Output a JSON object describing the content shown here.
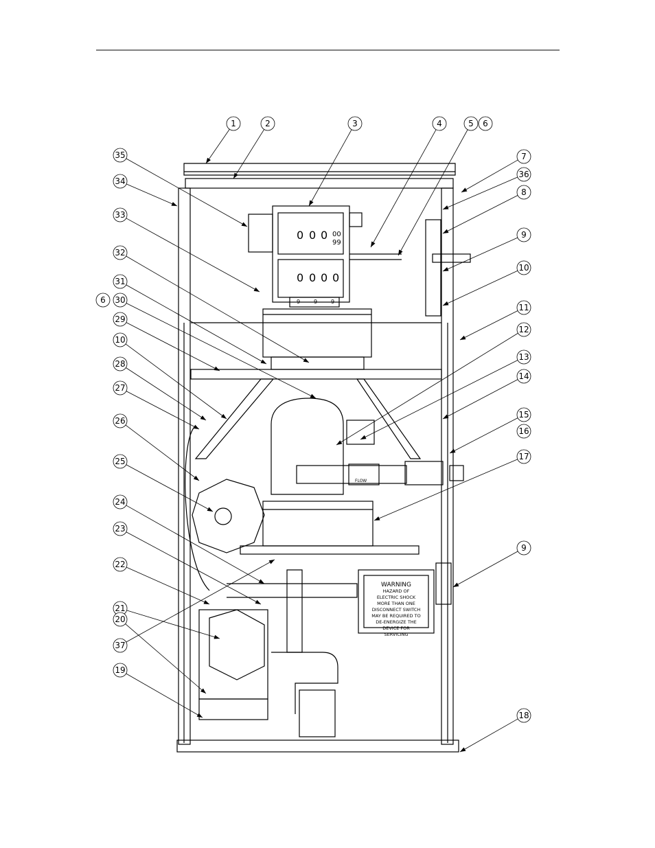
{
  "callouts": [
    "1",
    "2",
    "3",
    "4",
    "5",
    "6",
    "7",
    "36",
    "8",
    "9",
    "10",
    "11",
    "12",
    "13",
    "14",
    "15",
    "16",
    "17",
    "9",
    "18",
    "35",
    "34",
    "33",
    "32",
    "31",
    "6",
    "30",
    "29",
    "10",
    "28",
    "27",
    "26",
    "25",
    "24",
    "23",
    "22",
    "21",
    "20",
    "37",
    "19"
  ],
  "warning_label": {
    "title": "WARNING",
    "lines": [
      "HAZARD OF",
      "ELECTRIC SHOCK",
      "MORE THAN ONE",
      "DISCONNECT SWITCH",
      "MAY BE REQUIRED TO",
      "DE-ENERGIZE THE",
      "DEVICE FOR",
      "SERVICING"
    ]
  },
  "counter": {
    "upper_digits": [
      "0",
      "0",
      "0",
      "0"
    ],
    "upper_small": [
      "00",
      "99"
    ],
    "lower_digits": [
      "0",
      "0",
      "0",
      "0"
    ],
    "dial_marks": [
      "9",
      "9",
      "9"
    ]
  },
  "flow_label": "FLOW"
}
